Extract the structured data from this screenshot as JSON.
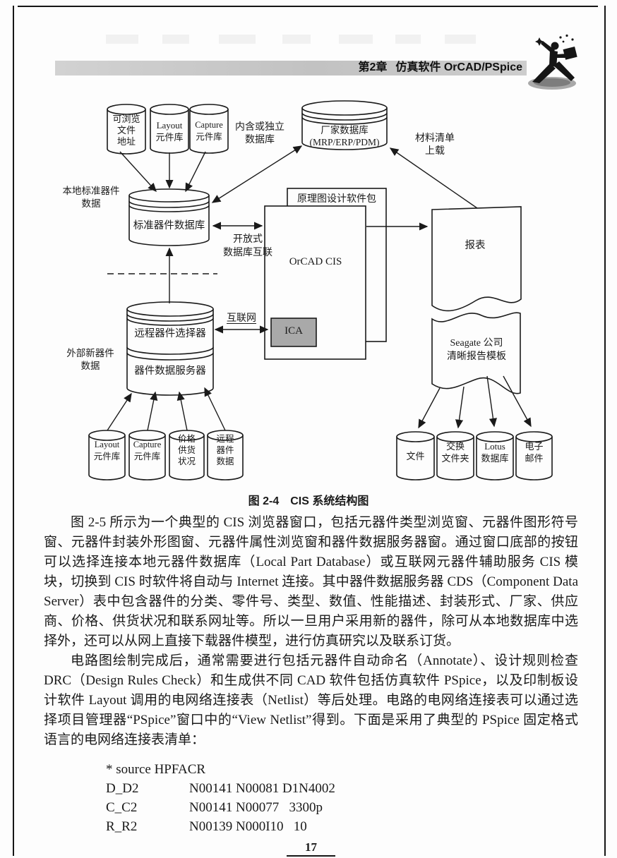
{
  "header": {
    "chapter": "第2章",
    "title": "仿真软件 OrCAD/PSpice"
  },
  "figure": {
    "caption": "图 2-4　CIS 系统结构图",
    "nodes": {
      "cyl_browse": {
        "lines": [
          "可浏览",
          "文件",
          "地址"
        ]
      },
      "cyl_layout_top": {
        "lines": [
          "Layout",
          "元件库"
        ]
      },
      "cyl_capture_top": {
        "lines": [
          "Capture",
          "元件库"
        ]
      },
      "vendor_db": {
        "lines": [
          "厂家数据库",
          "(MRP/ERP/PDM)"
        ]
      },
      "std_db": {
        "label": "标准器件数据库"
      },
      "remote_selector": {
        "label": "远程器件选择器"
      },
      "device_server": {
        "label": "器件数据服务器"
      },
      "pkg": {
        "label": "原理图设计软件包"
      },
      "orcad": {
        "label": "OrCAD CIS"
      },
      "ica": {
        "label": "ICA"
      },
      "report": {
        "label": "报表"
      },
      "seagate": {
        "lines": [
          "Seagate 公司",
          "清晰报告模板"
        ]
      },
      "cyl_layout_bl": {
        "lines": [
          "Layout",
          "元件库"
        ]
      },
      "cyl_capture_bl": {
        "lines": [
          "Capture",
          "元件库"
        ]
      },
      "cyl_price": {
        "lines": [
          "价格",
          "供货",
          "状况"
        ]
      },
      "cyl_remote_data": {
        "lines": [
          "远程",
          "器件",
          "数据"
        ]
      },
      "cyl_file": {
        "lines": [
          "文件"
        ]
      },
      "cyl_exchange": {
        "lines": [
          "交换",
          "文件夹"
        ]
      },
      "cyl_lotus": {
        "lines": [
          "Lotus",
          "数据库"
        ]
      },
      "cyl_email": {
        "lines": [
          "电子",
          "邮件"
        ]
      }
    },
    "annotations": {
      "embedded": {
        "lines": [
          "内含或独立",
          "数据库"
        ]
      },
      "bom": {
        "lines": [
          "材料清单",
          "上载"
        ]
      },
      "local": {
        "lines": [
          "本地标准器件",
          "数据"
        ]
      },
      "odbc": {
        "lines": [
          "开放式",
          "数据库互联"
        ]
      },
      "external": {
        "lines": [
          "外部新器件",
          "数据"
        ]
      },
      "internet": "互联网"
    }
  },
  "body": {
    "paragraph1": "图 2-5 所示为一个典型的 CIS 浏览器窗口，包括元器件类型浏览窗、元器件图形符号窗、元器件封装外形图窗、元器件属性浏览窗和器件数据服务器窗。通过窗口底部的按钮可以选择连接本地元器件数据库（Local Part Database）或互联网元器件辅助服务 CIS 模块，切换到 CIS 时软件将自动与 Internet 连接。其中器件数据服务器 CDS（Component Data Server）表中包含器件的分类、零件号、类型、数值、性能描述、封装形式、厂家、供应商、价格、供货状况和联系网址等。所以一旦用户采用新的器件，除可从本地数据库中选择外，还可以从网上直接下载器件模型，进行仿真研究以及联系订货。",
    "paragraph2": "电路图绘制完成后，通常需要进行包括元器件自动命名（Annotate）、设计规则检查 DRC（Design Rules Check）和生成供不同 CAD 软件包括仿真软件 PSpice，以及印制板设计软件 Layout 调用的电网络连接表（Netlist）等后处理。电路的电网络连接表可以通过选择项目管理器“PSpice”窗口中的“View Netlist”得到。下面是采用了典型的 PSpice 固定格式语言的电网络连接表清单：",
    "netlist": {
      "source_line": "* source HPFACR",
      "rows": [
        {
          "ref": "D_D2",
          "nodes": "N00141 N00081 D1N4002"
        },
        {
          "ref": "C_C2",
          "nodes": "N00141 N00077   3300p"
        },
        {
          "ref": "R_R2",
          "nodes": "N00139 N000I10   10"
        }
      ]
    }
  },
  "page": {
    "number": "17"
  },
  "colors": {
    "header_bar": "#c6c6c6",
    "ica_fill": "#a9a9a9",
    "ink": "#1a1a1a"
  }
}
